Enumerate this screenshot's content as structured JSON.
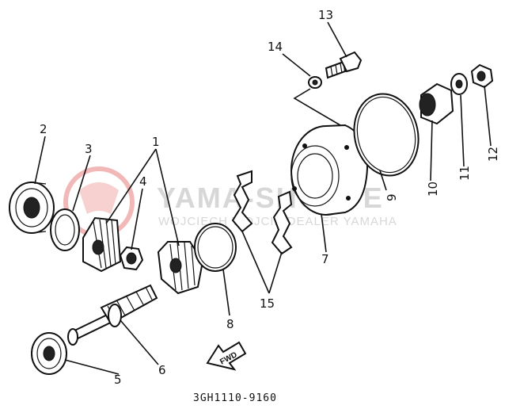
{
  "diagram": {
    "callouts": [
      "1",
      "2",
      "3",
      "4",
      "5",
      "6",
      "7",
      "8",
      "9",
      "10",
      "11",
      "12",
      "13",
      "14",
      "15"
    ],
    "part_code": "3GH1110-9160",
    "fwd_label": "FWD",
    "watermark": {
      "brand": "YAMA-SHOPPE",
      "subtitle": "WOJCIECH WOJCIK DEALER YAMAHA",
      "color": "#d7d7d7",
      "logo_color": "#f2b8b8"
    }
  }
}
